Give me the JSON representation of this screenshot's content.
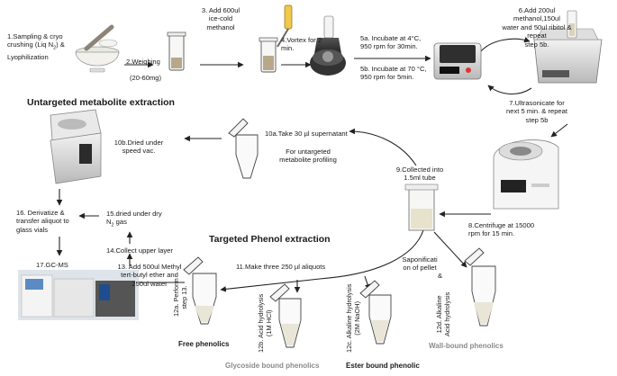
{
  "headings": {
    "untargeted": "Untargeted metabolite extraction",
    "targeted": "Targeted Phenol extraction"
  },
  "steps": {
    "s1": "1.Sampling & cryo\ncrushing (Liq N",
    "s1_sub": "2",
    "s1_tail": ") &\nLyophilization",
    "s2": "2.Weighing",
    "s2_amount": "(20-60mg)",
    "s3": "3. Add 600ul\nice-cold\nmethanol",
    "s4": "4.Vortex for 2\nmin.",
    "s5a": "5a. Incubate at 4°C,\n950 rpm for 30min.",
    "s5b": "5b. Incubate at 70 °C,\n950 rpm for 5min.",
    "s6": "6.Add 200ul methanol,150ul\nwater and 50ul ribitol & repeat\nstep 5b.",
    "s7": "7.Ultrasonicate for\nnext 5 min. & repeat\nstep 5b",
    "s8": "8.Centrifuge at 15000\nrpm for 15 min.",
    "s9": "9.Collected into\n1.5ml tube",
    "s10a": "10a.Take  30 µl supernatant",
    "s10a_note": "For untargeted\nmetabolite profiling",
    "s10b": "10b.Dried under\nspeed vac.",
    "s11": "11.Make three 250 µl  aliquots",
    "s12a": "12a. Perform\nstep 13.",
    "s12b": "12b. Acid hydrolysis\n(1M HCl)",
    "s12c": "12c. Alkaline hydrolysis\n(2M NaOH)",
    "s12d": "12d. Alkaline\nAcid hydrolysis",
    "s12d_amp": "&",
    "saponification": "Saponificati\non of pellet",
    "s13": "13. Add 500ul Methyl\ntert-butyl ether and\n250ul water",
    "s14": "14.Collect upper layer",
    "s15": "15.dried under dry\nN",
    "s15_sub": "2",
    "s15_tail": " gas",
    "s16": "16. Derivatize &\ntransfer aliquot to\nglass vials",
    "s17": "17.GC-MS"
  },
  "fractions": {
    "free": "Free phenolics",
    "glycoside": "Glycoside bound phenolics",
    "ester": "Ester bound phenolic",
    "wall": "Wall-bound phenolics"
  },
  "colors": {
    "text": "#1a1a1a",
    "grey_label": "#8a8a8a",
    "arrow": "#222222",
    "tube_outline": "#444444",
    "liquid": "#e9e6d8"
  }
}
